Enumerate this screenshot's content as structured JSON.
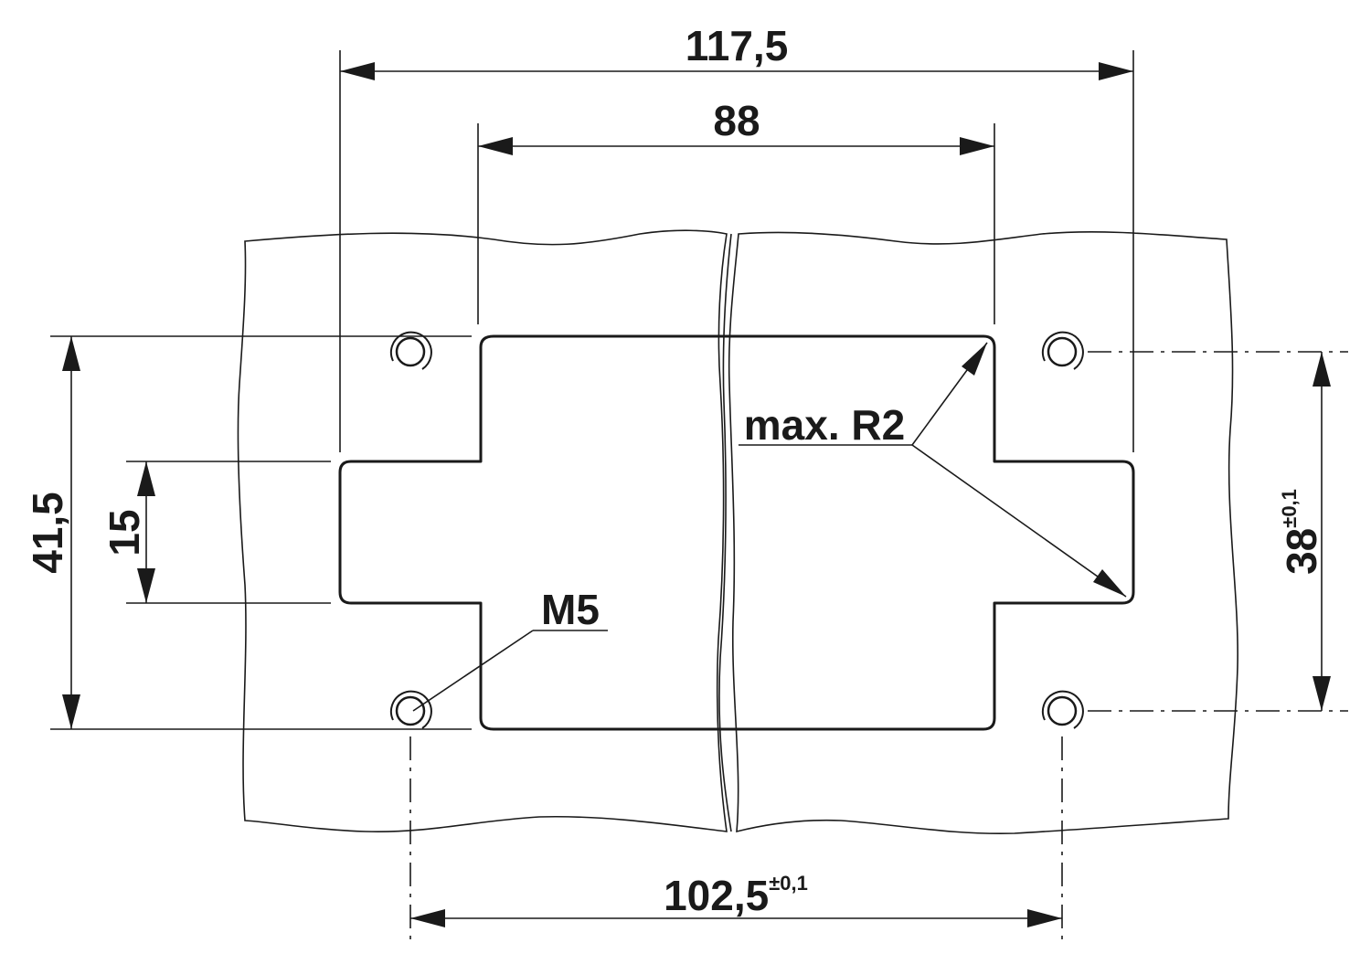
{
  "drawing": {
    "colors": {
      "line": "#1a1a1a",
      "background": "#ffffff"
    },
    "dimensions": {
      "overall_width": {
        "value": "117,5",
        "tolerance": ""
      },
      "cutout_width": {
        "value": "88",
        "tolerance": ""
      },
      "bolt_spacing_horizontal": {
        "value": "102,5",
        "tolerance": "±0,1"
      },
      "overall_height": {
        "value": "41,5",
        "tolerance": ""
      },
      "tab_height": {
        "value": "15",
        "tolerance": ""
      },
      "bolt_spacing_vertical": {
        "value": "38",
        "tolerance": "±0,1"
      }
    },
    "labels": {
      "corner_radius": "max. R2",
      "thread": "M5"
    }
  }
}
